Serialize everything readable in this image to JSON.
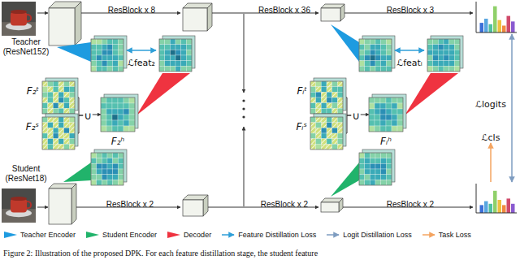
{
  "diagram": {
    "caption": "Figure 2: Illustration of the proposed DPK. For each feature distillation stage, the student feature",
    "nodes": [
      {
        "text": [
          "Teacher (ResNet152)"
        ]
      },
      {
        "text": [
          "F₂ᵗ"
        ]
      },
      {
        "text": [
          "F₂ˢ"
        ]
      },
      {
        "text": [
          "∪"
        ]
      },
      {
        "text": [
          "F₂ʰ"
        ]
      },
      {
        "text": [
          "Fᵢᵗ"
        ]
      },
      {
        "text": [
          "Fᵢˢ"
        ]
      },
      {
        "text": [
          "∪"
        ]
      },
      {
        "text": [
          "Fᵢʰ"
        ]
      },
      {
        "text": [
          "Student (ResNet18)"
        ]
      }
    ],
    "edges": [
      {
        "from": 1,
        "to": 3,
        "arrow": "none"
      },
      {
        "from": 2,
        "to": 3,
        "arrow": "none"
      },
      {
        "from": 3,
        "to": 4,
        "arrow": "to"
      },
      {
        "from": 5,
        "to": 7,
        "arrow": "none"
      },
      {
        "from": 6,
        "to": 7,
        "arrow": "none"
      },
      {
        "from": 7,
        "to": 8,
        "arrow": "to"
      }
    ],
    "labels": [
      "ResBlock x 8",
      "ResBlock x 36",
      "ResBlock x 3",
      "ℒfeat₂",
      "ℒfeatᵢ",
      "ℒlogits",
      "ℒcls",
      "ResBlock x 2",
      "ResBlock x 2",
      "ResBlock x 2"
    ],
    "legend": [
      {
        "text": "Teacher Encoder",
        "color": "#1e9be0"
      },
      {
        "text": "Student Encoder",
        "color": "#21b36b"
      },
      {
        "text": "Decoder",
        "color": "#ef3340"
      },
      {
        "text": "Feature Distillation Loss"
      },
      {
        "text": "Logit Distillation Loss"
      },
      {
        "text": "Task Loss"
      }
    ]
  }
}
